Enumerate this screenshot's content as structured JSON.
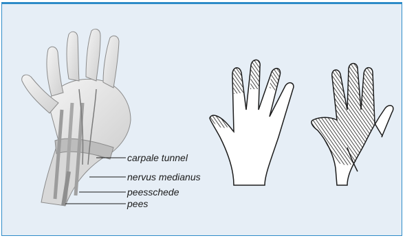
{
  "labels": {
    "carpal_tunnel": "carpale tunnel",
    "median_nerve": "nervus medianus",
    "tendon_sheath": "peesschede",
    "tendon": "pees"
  },
  "colors": {
    "frame": "#2d8bc8",
    "background": "#e6eef6",
    "skin_shading": "#1b1b1b"
  }
}
